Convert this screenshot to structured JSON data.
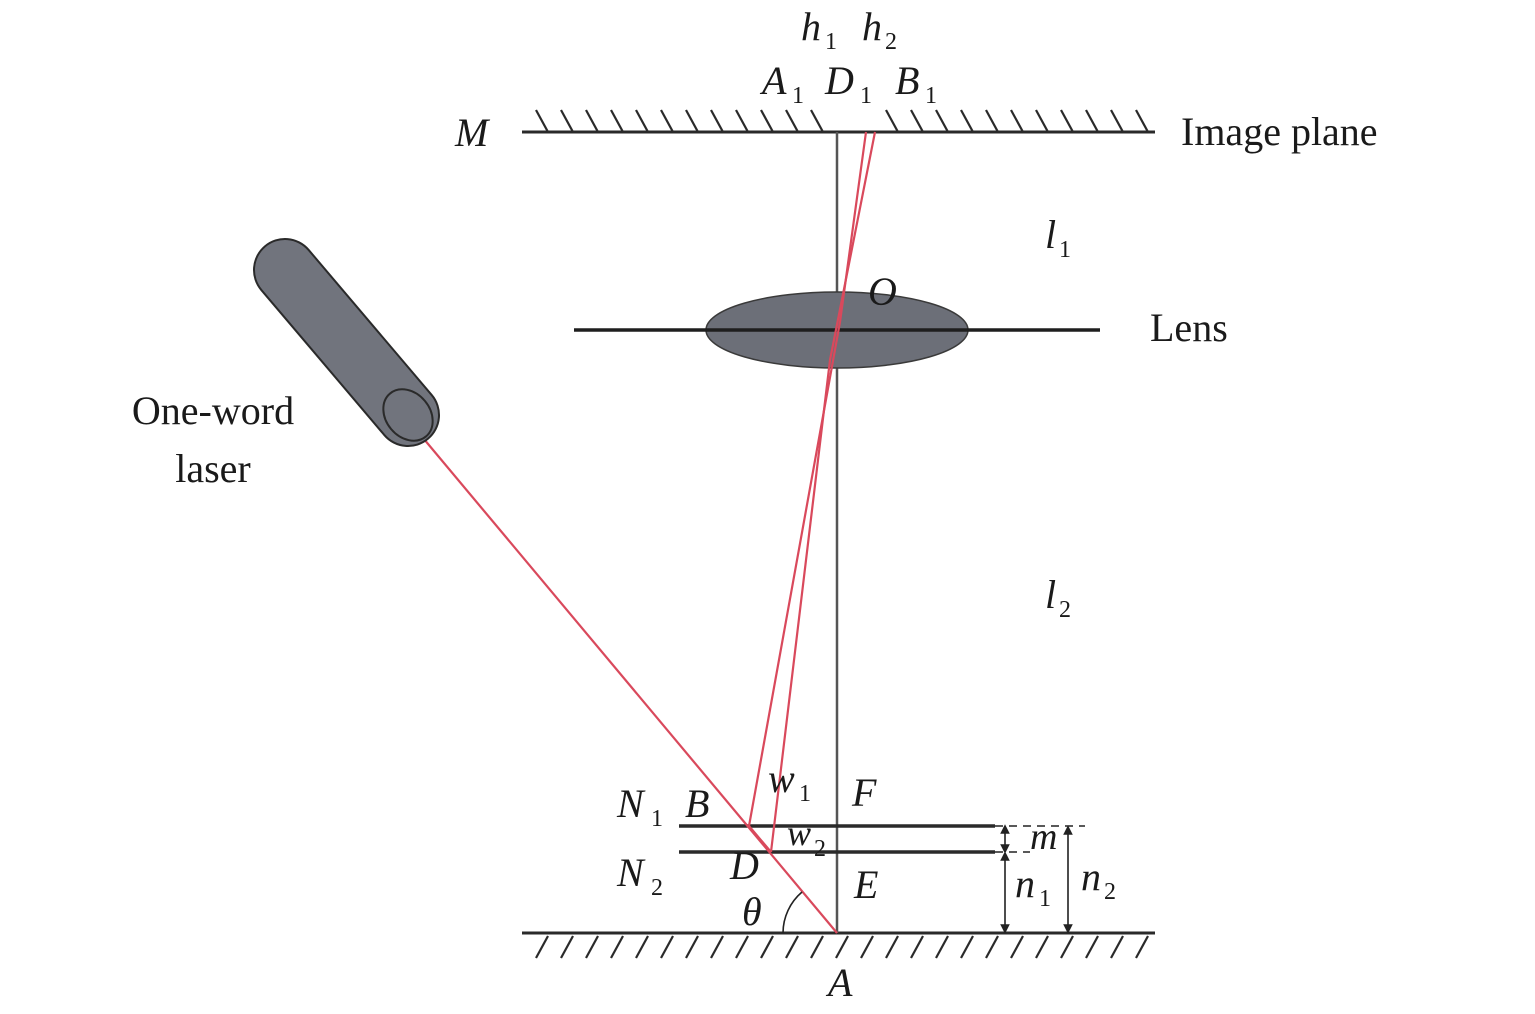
{
  "captions": {
    "image_plane": "Image plane",
    "lens": "Lens",
    "laser_line1": "One-word",
    "laser_line2": "laser"
  },
  "symbols": {
    "M": "M",
    "O": "O",
    "A": "A",
    "B": "B",
    "D": "D",
    "E": "E",
    "F": "F",
    "m": "m",
    "theta": "θ",
    "h": "h",
    "h_sub1": "1",
    "h_sub2": "2",
    "A1": "A",
    "A1_sub": "1",
    "D1": "D",
    "D1_sub": "1",
    "B1": "B",
    "B1_sub": "1",
    "l1": "l",
    "l1_sub": "1",
    "l2": "l",
    "l2_sub": "2",
    "N1": "N",
    "N1_sub": "1",
    "N2": "N",
    "N2_sub": "2",
    "w1": "w",
    "w1_sub": "1",
    "w2": "w",
    "w2_sub": "2",
    "n1": "n",
    "n1_sub": "1",
    "n2": "n",
    "n2_sub": "2"
  },
  "colors": {
    "laser_beam": "#d9495c",
    "lens_fill": "#6c6f78",
    "laser_body": "#71747d",
    "line": "#2a2a2a",
    "axis": "#555555"
  }
}
